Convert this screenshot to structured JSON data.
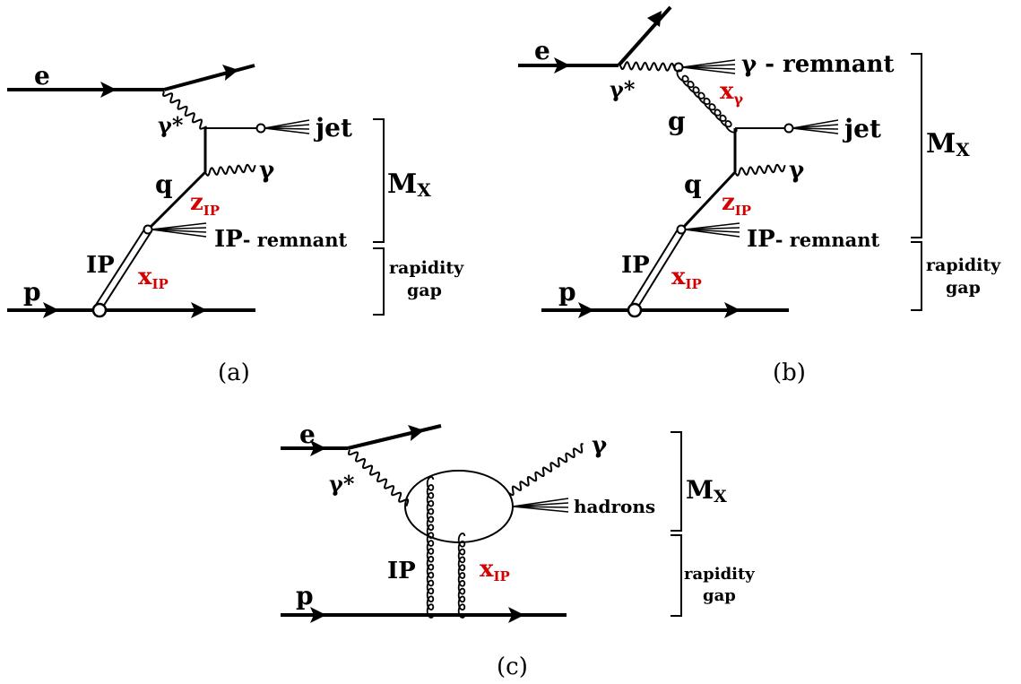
{
  "panel_a": {
    "caption": "(a)",
    "electron": "e",
    "proton": "p",
    "photon_virtual": "γ*",
    "jet": "jet",
    "photon_out": "γ",
    "quark": "q",
    "z_var": "z",
    "z_sub": "IP",
    "pomeron": "IP",
    "pomeron_remnant_sym": "IP",
    "pomeron_remnant_text": "- remnant",
    "x_var": "x",
    "x_sub": "IP",
    "mass": "M",
    "mass_sub": "X",
    "gap_line1": "rapidity",
    "gap_line2": "gap"
  },
  "panel_b": {
    "caption": "(b)",
    "electron": "e",
    "proton": "p",
    "photon_virtual": "γ*",
    "photon_remnant": "γ - remnant",
    "x_gamma_var": "x",
    "x_gamma_sub": "γ",
    "gluon": "g",
    "jet": "jet",
    "photon_out": "γ",
    "quark": "q",
    "z_var": "z",
    "z_sub": "IP",
    "pomeron": "IP",
    "pomeron_remnant_sym": "IP",
    "pomeron_remnant_text": "- remnant",
    "x_var": "x",
    "x_sub": "IP",
    "mass": "M",
    "mass_sub": "X",
    "gap_line1": "rapidity",
    "gap_line2": "gap"
  },
  "panel_c": {
    "caption": "(c)",
    "electron": "e",
    "proton": "p",
    "photon_virtual": "γ*",
    "photon_out": "γ",
    "hadrons": "hadrons",
    "pomeron": "IP",
    "x_var": "x",
    "x_sub": "IP",
    "mass": "M",
    "mass_sub": "X",
    "gap_line1": "rapidity",
    "gap_line2": "gap"
  }
}
